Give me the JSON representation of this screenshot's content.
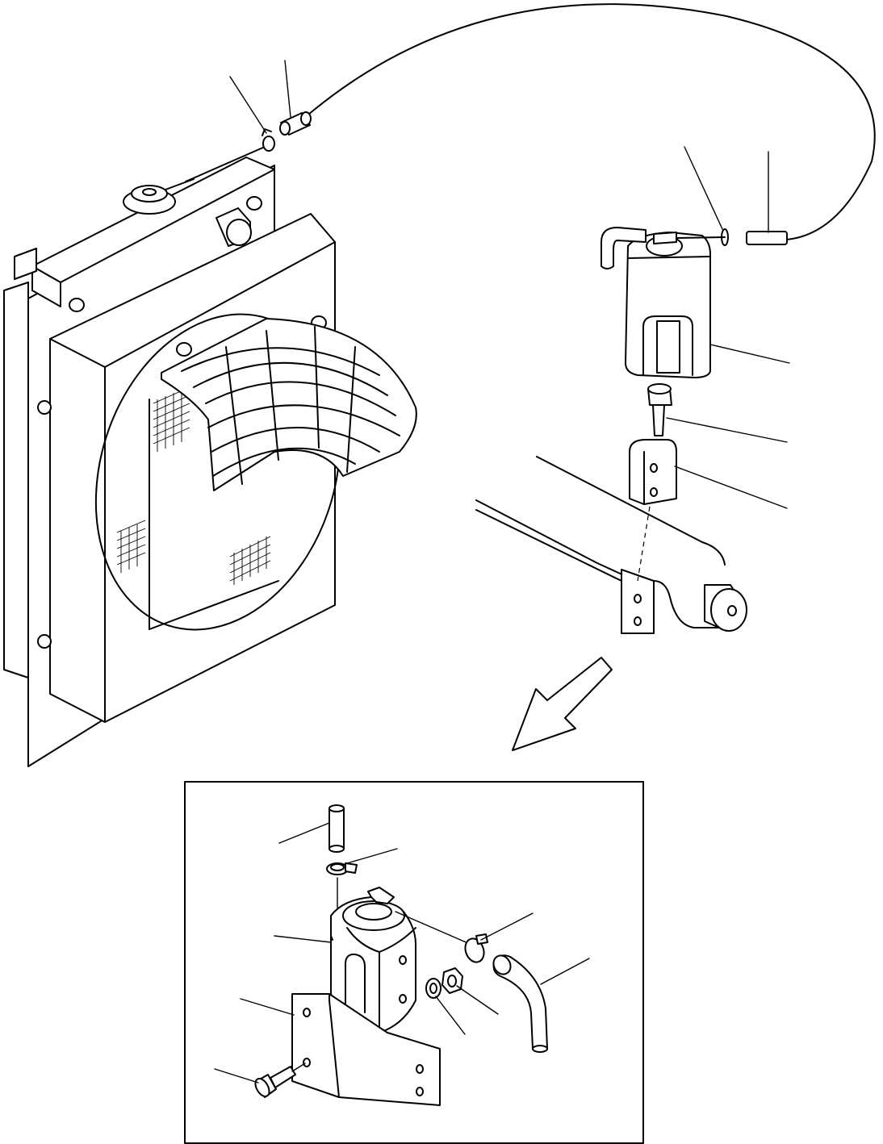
{
  "diagram": {
    "kind": "exploded parts diagram",
    "upper_view": {
      "parts": [
        "radiator",
        "radiator-cap",
        "fan-shroud",
        "fan-guard",
        "overflow-hose",
        "hose-clamp-radiator",
        "hose-end-sleeve",
        "hose-clamp-tank",
        "hose-end-sleeve-tank",
        "reserve-tank",
        "bolt",
        "tank-bracket",
        "frame-support"
      ]
    },
    "detail_view": {
      "parts": [
        "hose",
        "hose-clamp",
        "reserve-tank",
        "hose-clamp-side",
        "elbow-hose",
        "bracket",
        "bolt",
        "washer",
        "nut"
      ]
    },
    "leader_lines_count": 16
  }
}
